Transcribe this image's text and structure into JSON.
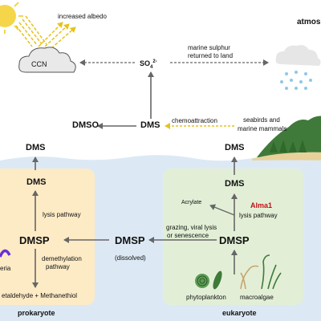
{
  "sky": {
    "increased_albedo": "increased albedo",
    "ccn": "CCN",
    "sulfate_main": "SO",
    "sulfate_sub": "4",
    "sulfate_sup": "2-",
    "marine_sulphur_line1": "marine sulphur",
    "marine_sulphur_line2": "returned to land",
    "atmosphere_partial": "atmos",
    "dmso": "DMSO",
    "dms_center": "DMS",
    "chemoattraction": "chemoattraction",
    "seabirds_line1": "seabirds and",
    "seabirds_line2": "marine mammals"
  },
  "ocean": {
    "dms_left_top": "DMS",
    "dms_right_top": "DMS"
  },
  "prokaryote": {
    "dms": "DMS",
    "lysis": "lysis  pathway",
    "dmsp": "DMSP",
    "bacteria_partial": "eria",
    "demethylation_line1": "demethylation",
    "demethylation_line2": "pathway",
    "products": "etaldehyde + Methanethiol",
    "label": "prokaryote"
  },
  "dissolved": {
    "dmsp": "DMSP",
    "label": "(dissolved)"
  },
  "eukaryote": {
    "dms": "DMS",
    "acrylate": "Acrylate",
    "alma1": "Alma1",
    "lysis": "lysis pathway",
    "grazing_line1": "grazing, viral lysis",
    "grazing_line2": "or senescence",
    "dmsp": "DMSP",
    "phytoplankton": "phytoplankton",
    "macroalgae": "macroalgae",
    "label": "eukaryote"
  },
  "colors": {
    "sea": "#dce9f5",
    "prokaryote_box": "#fdebc6",
    "eukaryote_box": "#e2efd6",
    "arrow": "#666666",
    "sun": "#f5d64a",
    "ray": "#e6c21f",
    "cloud": "#e9e9e9",
    "rain": "#8fc7ea",
    "alma1": "#c0101a"
  }
}
